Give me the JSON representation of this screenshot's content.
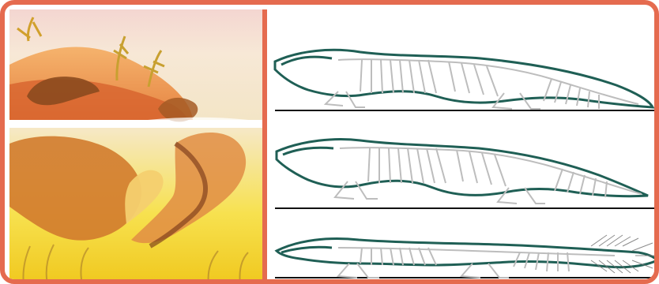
{
  "figure": {
    "left_panel": {
      "scene": "illustrated-prehistoric-tetrapods"
    },
    "right_panel": {
      "skeletons": [
        {
          "id": "skeleton-1"
        },
        {
          "id": "skeleton-2"
        },
        {
          "id": "skeleton-3"
        }
      ]
    }
  },
  "colors": {
    "frame": "#e56b4f",
    "outline": "#1f5f55",
    "bone": "#bdbdbd",
    "ground": "#111111"
  }
}
